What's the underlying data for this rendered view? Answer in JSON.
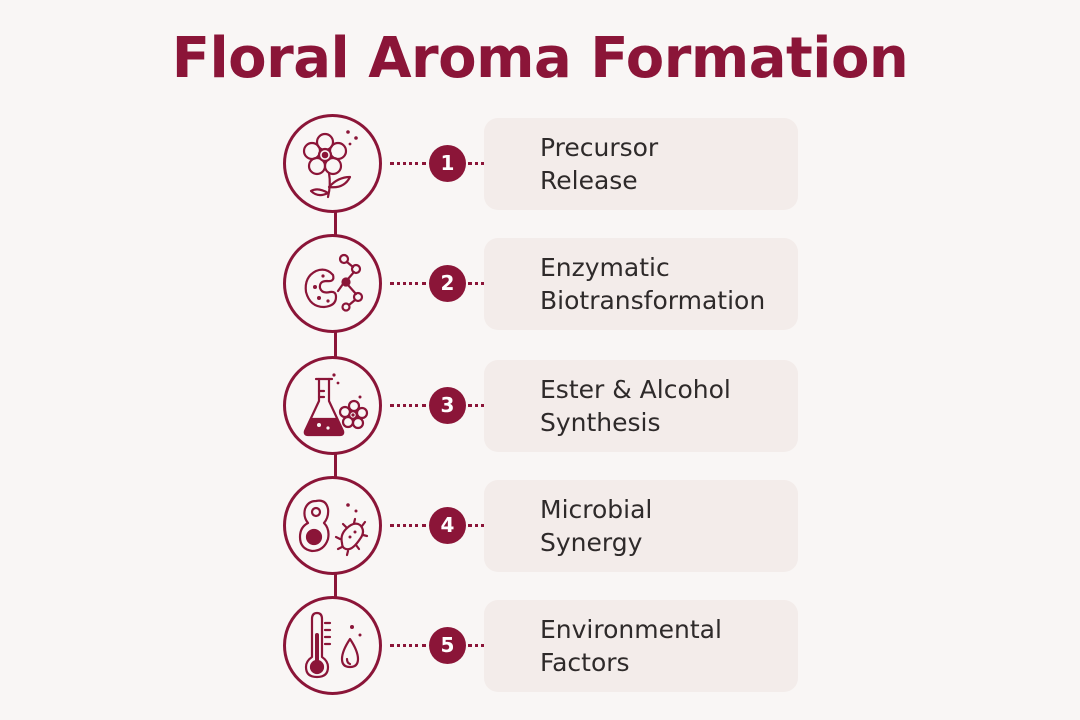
{
  "title": "Floral Aroma Formation",
  "colors": {
    "accent": "#8b1538",
    "card": "#f3ecea"
  },
  "steps": [
    {
      "number": "1",
      "icon": "flower-icon",
      "label_lines": [
        "Precursor",
        "Release"
      ]
    },
    {
      "number": "2",
      "icon": "enzyme-molecule-icon",
      "label_lines": [
        "Enzymatic",
        "Biotransformation"
      ]
    },
    {
      "number": "3",
      "icon": "flask-flower-icon",
      "label_lines": [
        "Ester & Alcohol",
        "Synthesis"
      ]
    },
    {
      "number": "4",
      "icon": "microbes-icon",
      "label_lines": [
        "Microbial",
        "Synergy"
      ]
    },
    {
      "number": "5",
      "icon": "thermometer-droplet-icon",
      "label_lines": [
        "Environmental",
        "Factors"
      ]
    }
  ]
}
